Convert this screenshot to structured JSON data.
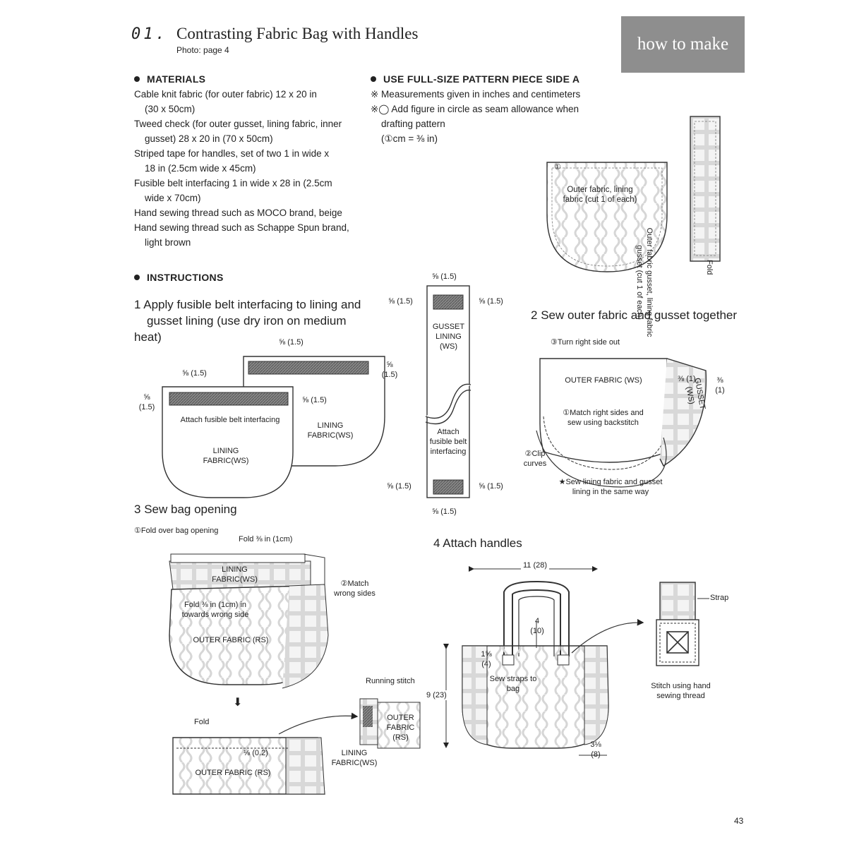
{
  "header": {
    "number": "01.",
    "title": "Contrasting Fabric Bag with Handles",
    "photo_ref": "Photo: page 4",
    "badge": "how to make"
  },
  "materials": {
    "heading": "MATERIALS",
    "lines": [
      "Cable knit fabric (for outer fabric) 12 x 20 in",
      "(30 x 50cm)",
      "Tweed check (for outer gusset, lining fabric, inner",
      "gusset) 28 x 20 in (70 x 50cm)",
      "Striped tape for handles, set of two 1 in wide x",
      "18 in (2.5cm wide x 45cm)",
      "Fusible belt interfacing 1 in wide x 28 in (2.5cm",
      "wide x 70cm)",
      "Hand sewing thread such as MOCO brand, beige",
      "Hand sewing thread such as Schappe Spun brand,",
      "light brown"
    ]
  },
  "pattern": {
    "heading": "USE FULL-SIZE PATTERN PIECE SIDE A",
    "lines": [
      "※ Measurements given in inches and centimeters",
      "※◯ Add figure in circle as seam allowance when",
      "drafting pattern",
      "(①cm = ⅜ in)"
    ],
    "piece_label": "Outer fabric, lining fabric (cut 1 of each)",
    "gusset_label": "Outer fabric gusset, lining fabric gusset (cut 1 of each)",
    "fold": "Fold",
    "circle1": "①"
  },
  "instructions": {
    "heading": "INSTRUCTIONS",
    "step1": {
      "number": "1",
      "line1": "Apply fusible belt interfacing to lining and",
      "line2": "gusset lining (use dry iron on medium heat)",
      "lining_ws": "LINING FABRIC(WS)",
      "attach": "Attach fusible belt interfacing",
      "m15": "⅝ (1.5)",
      "m15b": "⅝",
      "m15c": "(1.5)"
    },
    "gusset": {
      "label": "GUSSET LINING (WS)",
      "attach": "Attach fusible belt interfacing",
      "m": "⅝ (1.5)"
    },
    "step2": {
      "number": "2",
      "title": "Sew outer fabric and gusset together",
      "turn": "③Turn right side out",
      "outer_ws": "OUTER FABRIC (WS)",
      "match": "①Match right sides and sew using backstitch",
      "clip": "②Clip curves",
      "gusset_ws": "GUSSET (WS)",
      "m1": "⅜ (1)",
      "m1b": "⅜",
      "m1c": "(1)",
      "note": "★Sew lining fabric and gusset lining in the same way"
    },
    "step3": {
      "number": "3",
      "title": "Sew bag opening",
      "fold_over": "①Fold over bag opening",
      "fold1": "Fold ⅜ in (1cm)",
      "lining_ws": "LINING FABRIC(WS)",
      "match": "②Match wrong sides",
      "fold2": "Fold ⅜ in (1cm) in towards wrong side",
      "outer_rs": "OUTER FABRIC (RS)",
      "fold": "Fold",
      "m02": "⅛ (0.2)",
      "running": "Running stitch",
      "outer_rs2": "OUTER FABRIC (RS)",
      "lining_ws2": "LINING FABRIC(WS)",
      "arrow": "⬇"
    },
    "step4": {
      "number": "4",
      "title": "Attach handles",
      "w": "11 (28)",
      "h": "9 (23)",
      "handle": "4 (10)",
      "strap_pos": "1⅝ (4)",
      "sew": "Sew straps to bag",
      "bottom": "3⅛ (8)",
      "strap": "Strap",
      "stitch": "Stitch using hand sewing thread"
    }
  },
  "page_number": "43"
}
